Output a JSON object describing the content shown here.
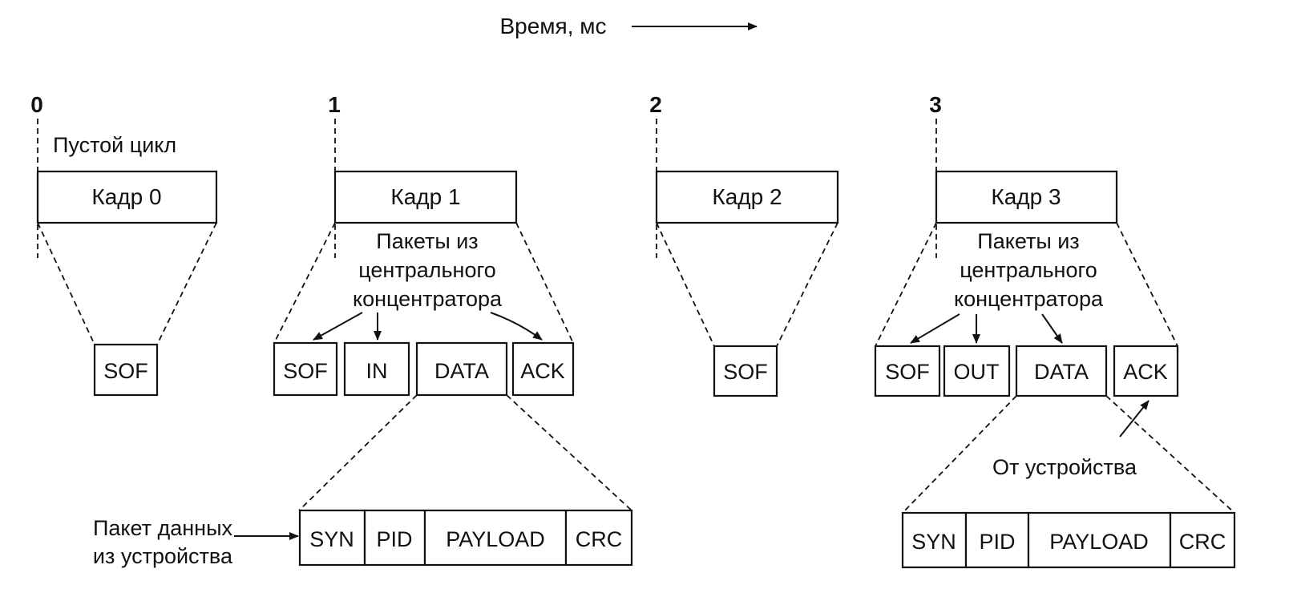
{
  "time_axis": {
    "label": "Время, мс"
  },
  "ticks": [
    "0",
    "1",
    "2",
    "3"
  ],
  "frames": [
    {
      "label": "Кадр 0",
      "note": "Пустой цикл",
      "packets": [
        "SOF"
      ]
    },
    {
      "label": "Кадр 1",
      "host_note": [
        "Пакеты из",
        "центрального",
        "концентратора"
      ],
      "packets": [
        "SOF",
        "IN",
        "DATA",
        "ACK"
      ]
    },
    {
      "label": "Кадр 2",
      "packets": [
        "SOF"
      ]
    },
    {
      "label": "Кадр 3",
      "host_note": [
        "Пакеты из",
        "центрального",
        "концентратора"
      ],
      "packets": [
        "SOF",
        "OUT",
        "DATA",
        "ACK"
      ],
      "device_note": "От устройства"
    }
  ],
  "data_packet": {
    "caption": [
      "Пакет данных",
      "из устройства"
    ],
    "fields": [
      "SYN",
      "PID",
      "PAYLOAD",
      "CRC"
    ]
  }
}
